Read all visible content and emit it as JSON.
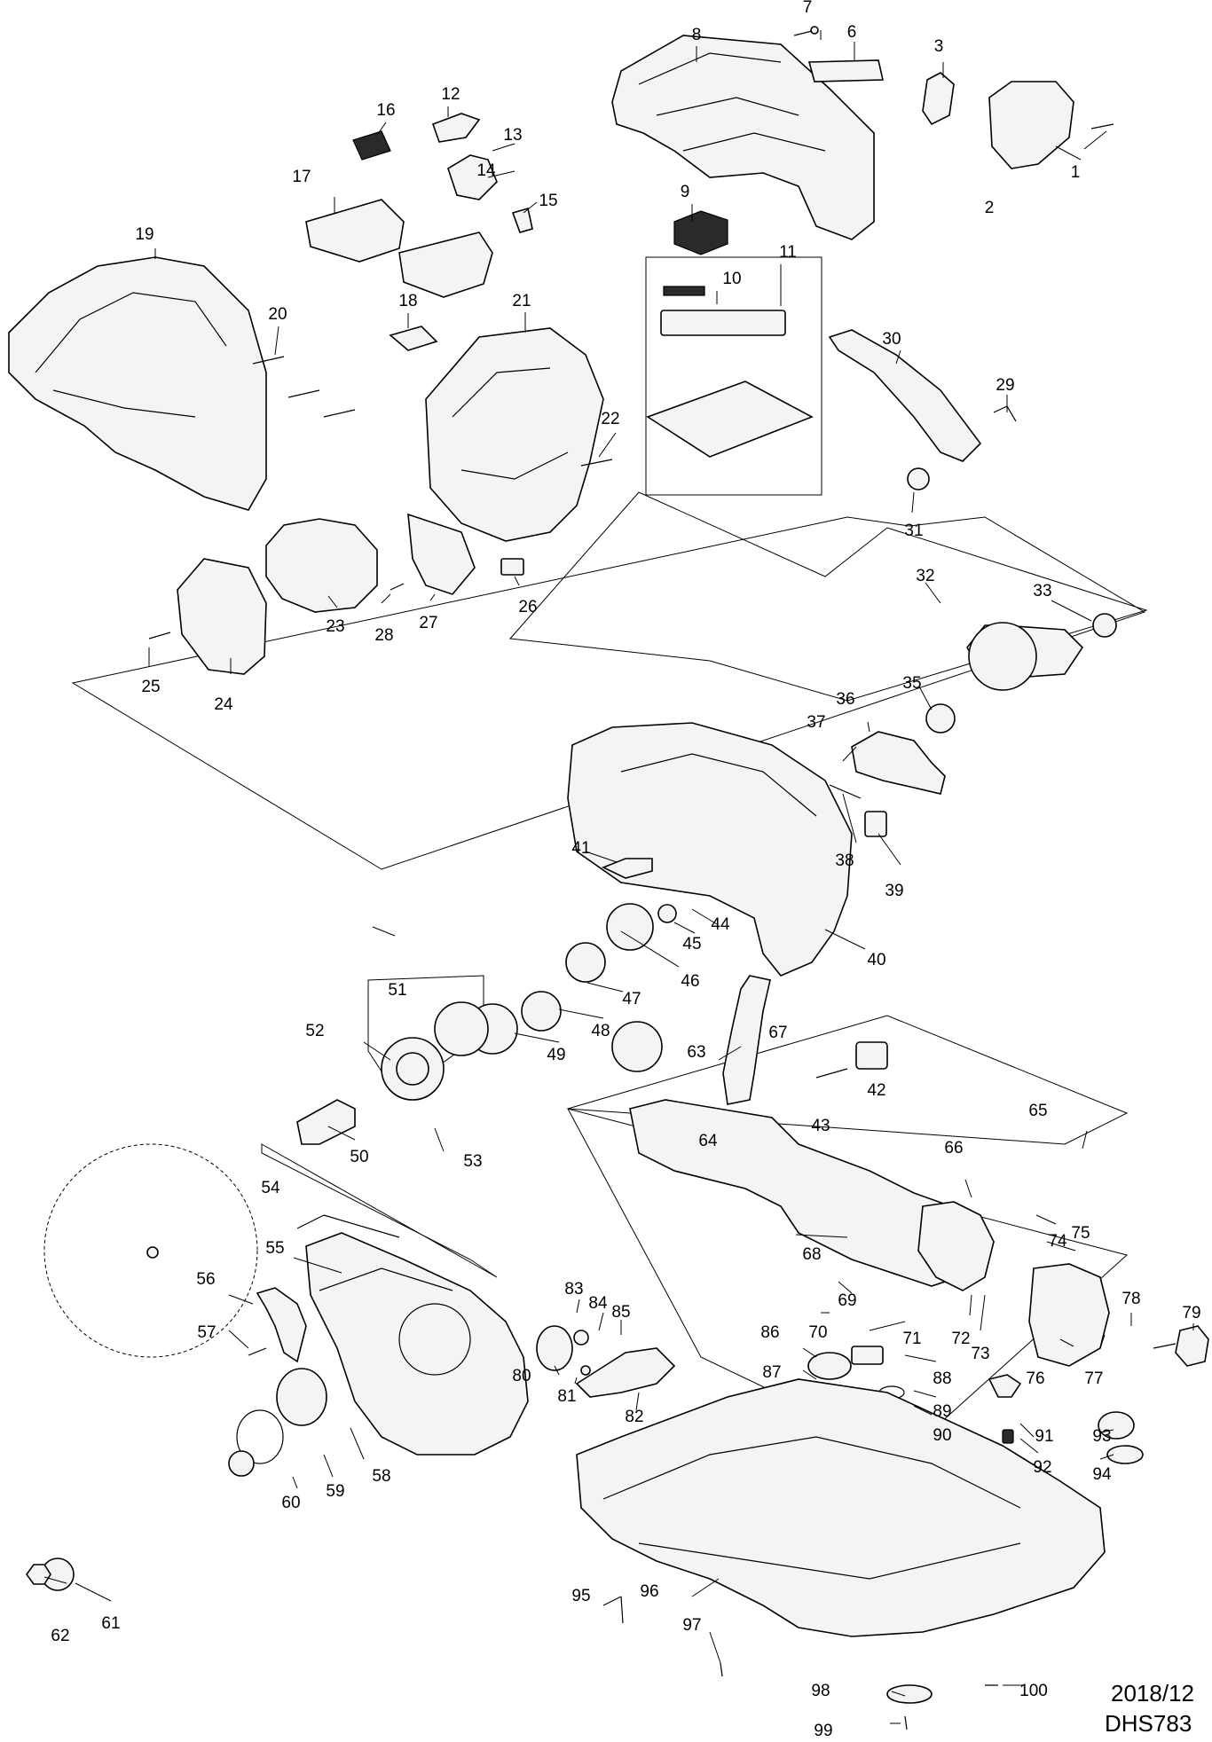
{
  "diagram": {
    "date": "2018/12",
    "model": "DHS783",
    "part_numbers": [
      "1",
      "2",
      "3",
      "6",
      "7",
      "8",
      "9",
      "10",
      "11",
      "12",
      "13",
      "14",
      "15",
      "16",
      "17",
      "18",
      "19",
      "20",
      "21",
      "22",
      "23",
      "24",
      "25",
      "26",
      "27",
      "28",
      "29",
      "30",
      "31",
      "32",
      "33",
      "35",
      "36",
      "37",
      "38",
      "39",
      "40",
      "41",
      "42",
      "43",
      "44",
      "45",
      "46",
      "47",
      "48",
      "49",
      "50",
      "51",
      "52",
      "53",
      "54",
      "55",
      "56",
      "57",
      "58",
      "59",
      "60",
      "61",
      "62",
      "63",
      "64",
      "65",
      "66",
      "67",
      "68",
      "69",
      "70",
      "71",
      "72",
      "73",
      "74",
      "75",
      "76",
      "77",
      "78",
      "79",
      "80",
      "81",
      "82",
      "83",
      "84",
      "85",
      "86",
      "87",
      "88",
      "89",
      "90",
      "91",
      "92",
      "93",
      "94",
      "95",
      "96",
      "97",
      "98",
      "99",
      "100"
    ]
  }
}
